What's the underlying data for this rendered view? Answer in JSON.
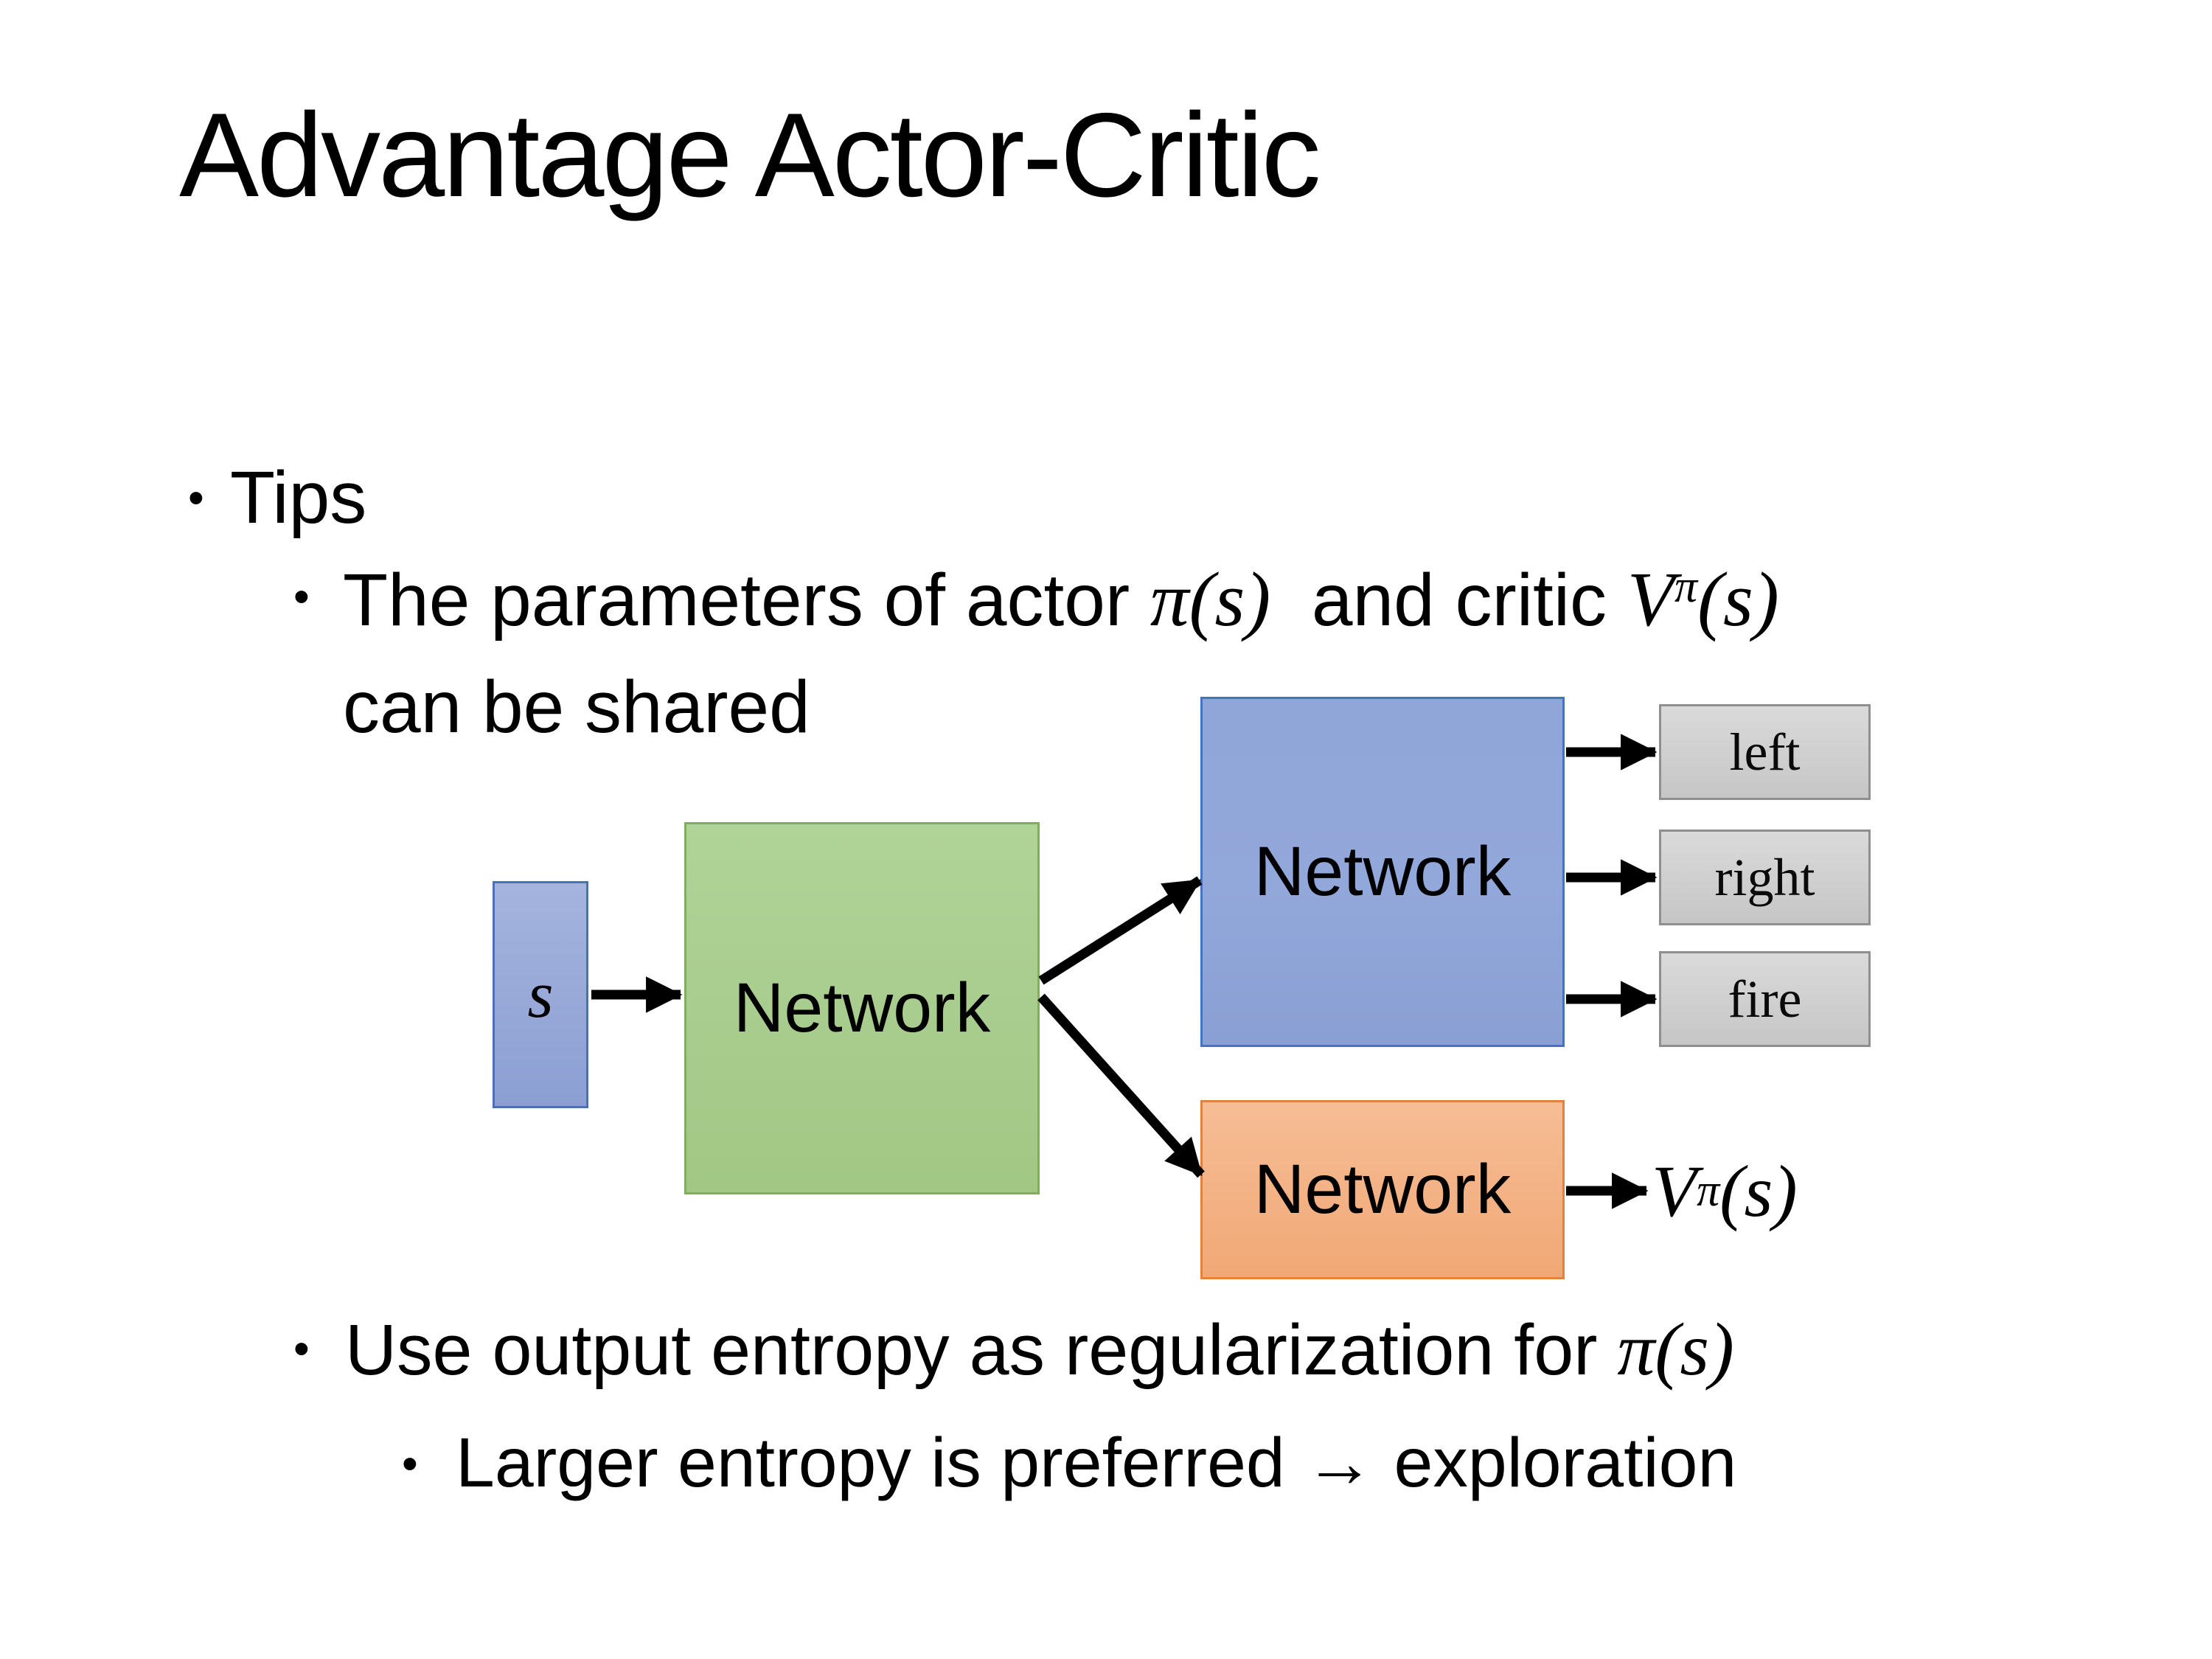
{
  "slide": {
    "title": "Advantage Actor-Critic",
    "bullet_char": "•",
    "bullets": {
      "tips": "Tips",
      "b2_pre": "The parameters of actor ",
      "b2_pi": "π(s)",
      "b2_mid": "  and critic ",
      "b2_V": "V",
      "b2_Vsup": "π",
      "b2_Varg": "(s)",
      "b2_line2": "can be shared",
      "b3_pre": "Use output entropy as regularization for ",
      "b3_pi": "π(s)",
      "b4_pre": "Larger entropy is preferred → exploration"
    },
    "diagram": {
      "state_label": "s",
      "shared_network_label": "Network",
      "actor_network_label": "Network",
      "critic_network_label": "Network",
      "actions": [
        "left",
        "right",
        "fire"
      ],
      "critic_output_V": "V",
      "critic_output_sup": "π",
      "critic_output_arg": "(s)",
      "colors": {
        "state_box_fill": "#97a8d6",
        "state_box_border": "#4a70b8",
        "shared_network_fill": "#a9ce90",
        "shared_network_border": "#82ad61",
        "actor_network_fill": "#8fa4d6",
        "actor_network_border": "#4472c4",
        "critic_network_fill": "#f4b183",
        "critic_network_border": "#e2823d",
        "action_box_fill": "#d2d2d2",
        "action_box_border": "#8f8f8f",
        "arrow": "#000000",
        "background": "#ffffff",
        "text": "#000000"
      }
    }
  }
}
